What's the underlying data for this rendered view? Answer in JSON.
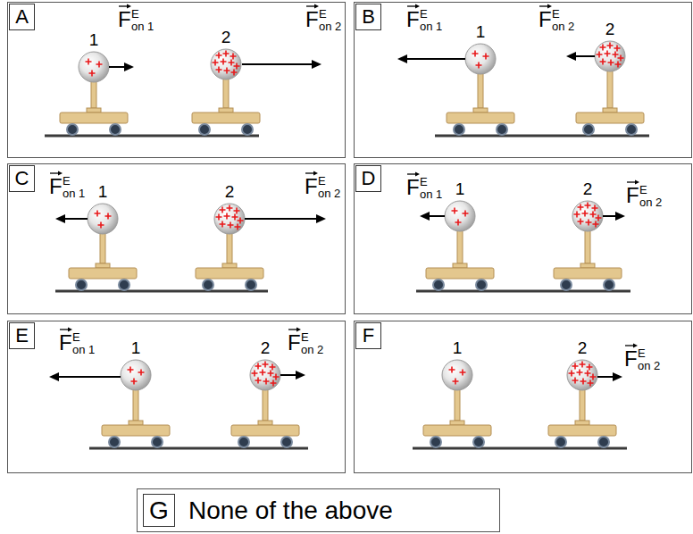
{
  "diagram": {
    "nodes": [
      {
        "text": [
          "F",
          "E",
          "on 1",
          "1",
          "F",
          "E",
          "on 2",
          "2"
        ]
      },
      {
        "text": [
          "A"
        ],
        "in": 0
      },
      {
        "text": [
          "F",
          "E",
          "on 1",
          "1",
          "F",
          "E",
          "on 2",
          "2"
        ]
      },
      {
        "text": [
          "B"
        ],
        "in": 2
      },
      {
        "text": [
          "F",
          "E",
          "on 1",
          "1",
          "F",
          "E",
          "on 2",
          "2"
        ]
      },
      {
        "text": [
          "C"
        ],
        "in": 4
      },
      {
        "text": [
          "F",
          "E",
          "on 1",
          "1",
          "F",
          "E",
          "on 2",
          "2"
        ]
      },
      {
        "text": [
          "D"
        ],
        "in": 6
      },
      {
        "text": [
          "F",
          "E",
          "on 1",
          "1",
          "F",
          "E",
          "on 2",
          "2"
        ]
      },
      {
        "text": [
          "E"
        ],
        "in": 8
      },
      {
        "text": [
          "1",
          "F",
          "E",
          "on 2",
          "2"
        ]
      },
      {
        "text": [
          "F"
        ],
        "in": 10
      },
      {
        "text": [
          "None of the above"
        ]
      },
      {
        "text": [
          "G"
        ],
        "in": 12
      }
    ]
  }
}
